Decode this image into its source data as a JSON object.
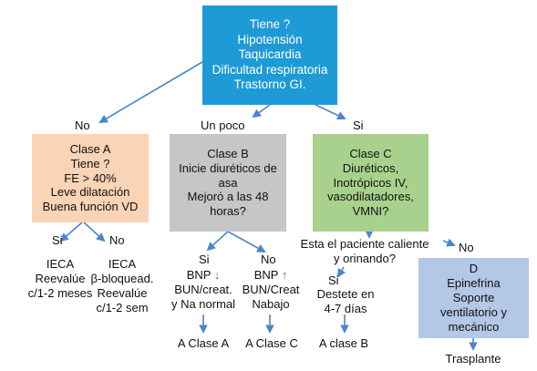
{
  "colors": {
    "top_box": "#1e9ad6",
    "class_a_box": "#fbd3b5",
    "class_b_box": "#c6c6c6",
    "class_c_box": "#a9d18e",
    "class_d_box": "#b3c7e6",
    "arrows": "#4a86c8"
  },
  "top": {
    "lines": [
      "Tiene ?",
      "Hipotensión",
      "Taquicardia",
      "Dificultad respiratoria",
      "Trastorno GI."
    ]
  },
  "branches": {
    "no": "No",
    "un_poco": "Un poco",
    "si": "Si"
  },
  "clase_a": {
    "lines": [
      "Clase A",
      "Tiene ?",
      "FE > 40%",
      "Leve dilatación",
      "Buena función VD"
    ],
    "si_label": "Si",
    "no_label": "No",
    "si_result": [
      "IECA",
      "Reevalúe",
      "c/1-2 meses"
    ],
    "no_result": [
      "IECA",
      "β-bloquead.",
      "Reevalúe",
      "c/1-2 sem"
    ]
  },
  "clase_b": {
    "lines": [
      "Clase B",
      "Inicie diuréticos de",
      "asa",
      "Mejoró a las 48",
      "horas?"
    ],
    "si_label": "Si",
    "no_label": "No",
    "si_result": {
      "bnp": "BNP",
      "bnp_arrow": "↓",
      "rest": [
        "BUN/creat.",
        "y Na normal"
      ]
    },
    "no_result": {
      "bnp": "BNP",
      "bnp_arrow": "↑",
      "rest": [
        "BUN/Creat",
        "Nabajo"
      ]
    },
    "si_final": "A Clase A",
    "no_final": "A Clase C"
  },
  "clase_c": {
    "lines": [
      "Clase C",
      "Diuréticos,",
      "Inotrópicos IV,",
      "vasodilatadores,",
      "VMNI?"
    ],
    "question": [
      "Esta el paciente caliente",
      "y orinando?"
    ],
    "si_label": "Si",
    "no_label": "No",
    "si_result": [
      "Destete en",
      "4-7 días"
    ],
    "si_final": "A clase B"
  },
  "clase_d": {
    "lines": [
      "D",
      "Epinefrina",
      "Soporte",
      "ventilatorio y",
      "mecánico"
    ],
    "final": "Trasplante"
  }
}
